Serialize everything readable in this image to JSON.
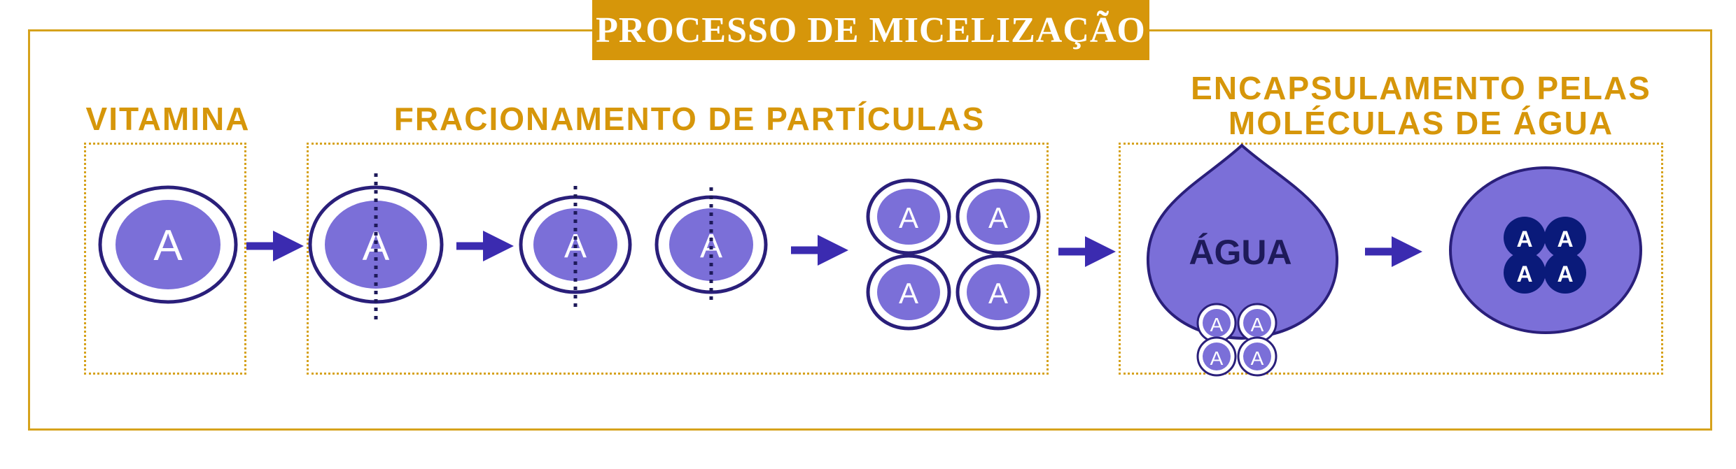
{
  "title": "PROCESSO DE MICELIZAÇÃO",
  "sections": {
    "vitamin": {
      "label": "VITAMINA"
    },
    "fractionation": {
      "label": "FRACIONAMENTO DE PARTÍCULAS"
    },
    "encapsulation": {
      "label_line1": "ENCAPSULAMENTO PELAS",
      "label_line2": "MOLÉCULAS DE ÁGUA"
    }
  },
  "particle_letter": "A",
  "water_label": "ÁGUA",
  "colors": {
    "accent": "#d6960a",
    "frame": "#d6a21c",
    "particle_fill": "#7b6fd8",
    "particle_stroke": "#2a1f7a",
    "arrow": "#3b2bb0",
    "dark_blob": "#0a1a7a",
    "cut_line": "#1e1a5a"
  }
}
